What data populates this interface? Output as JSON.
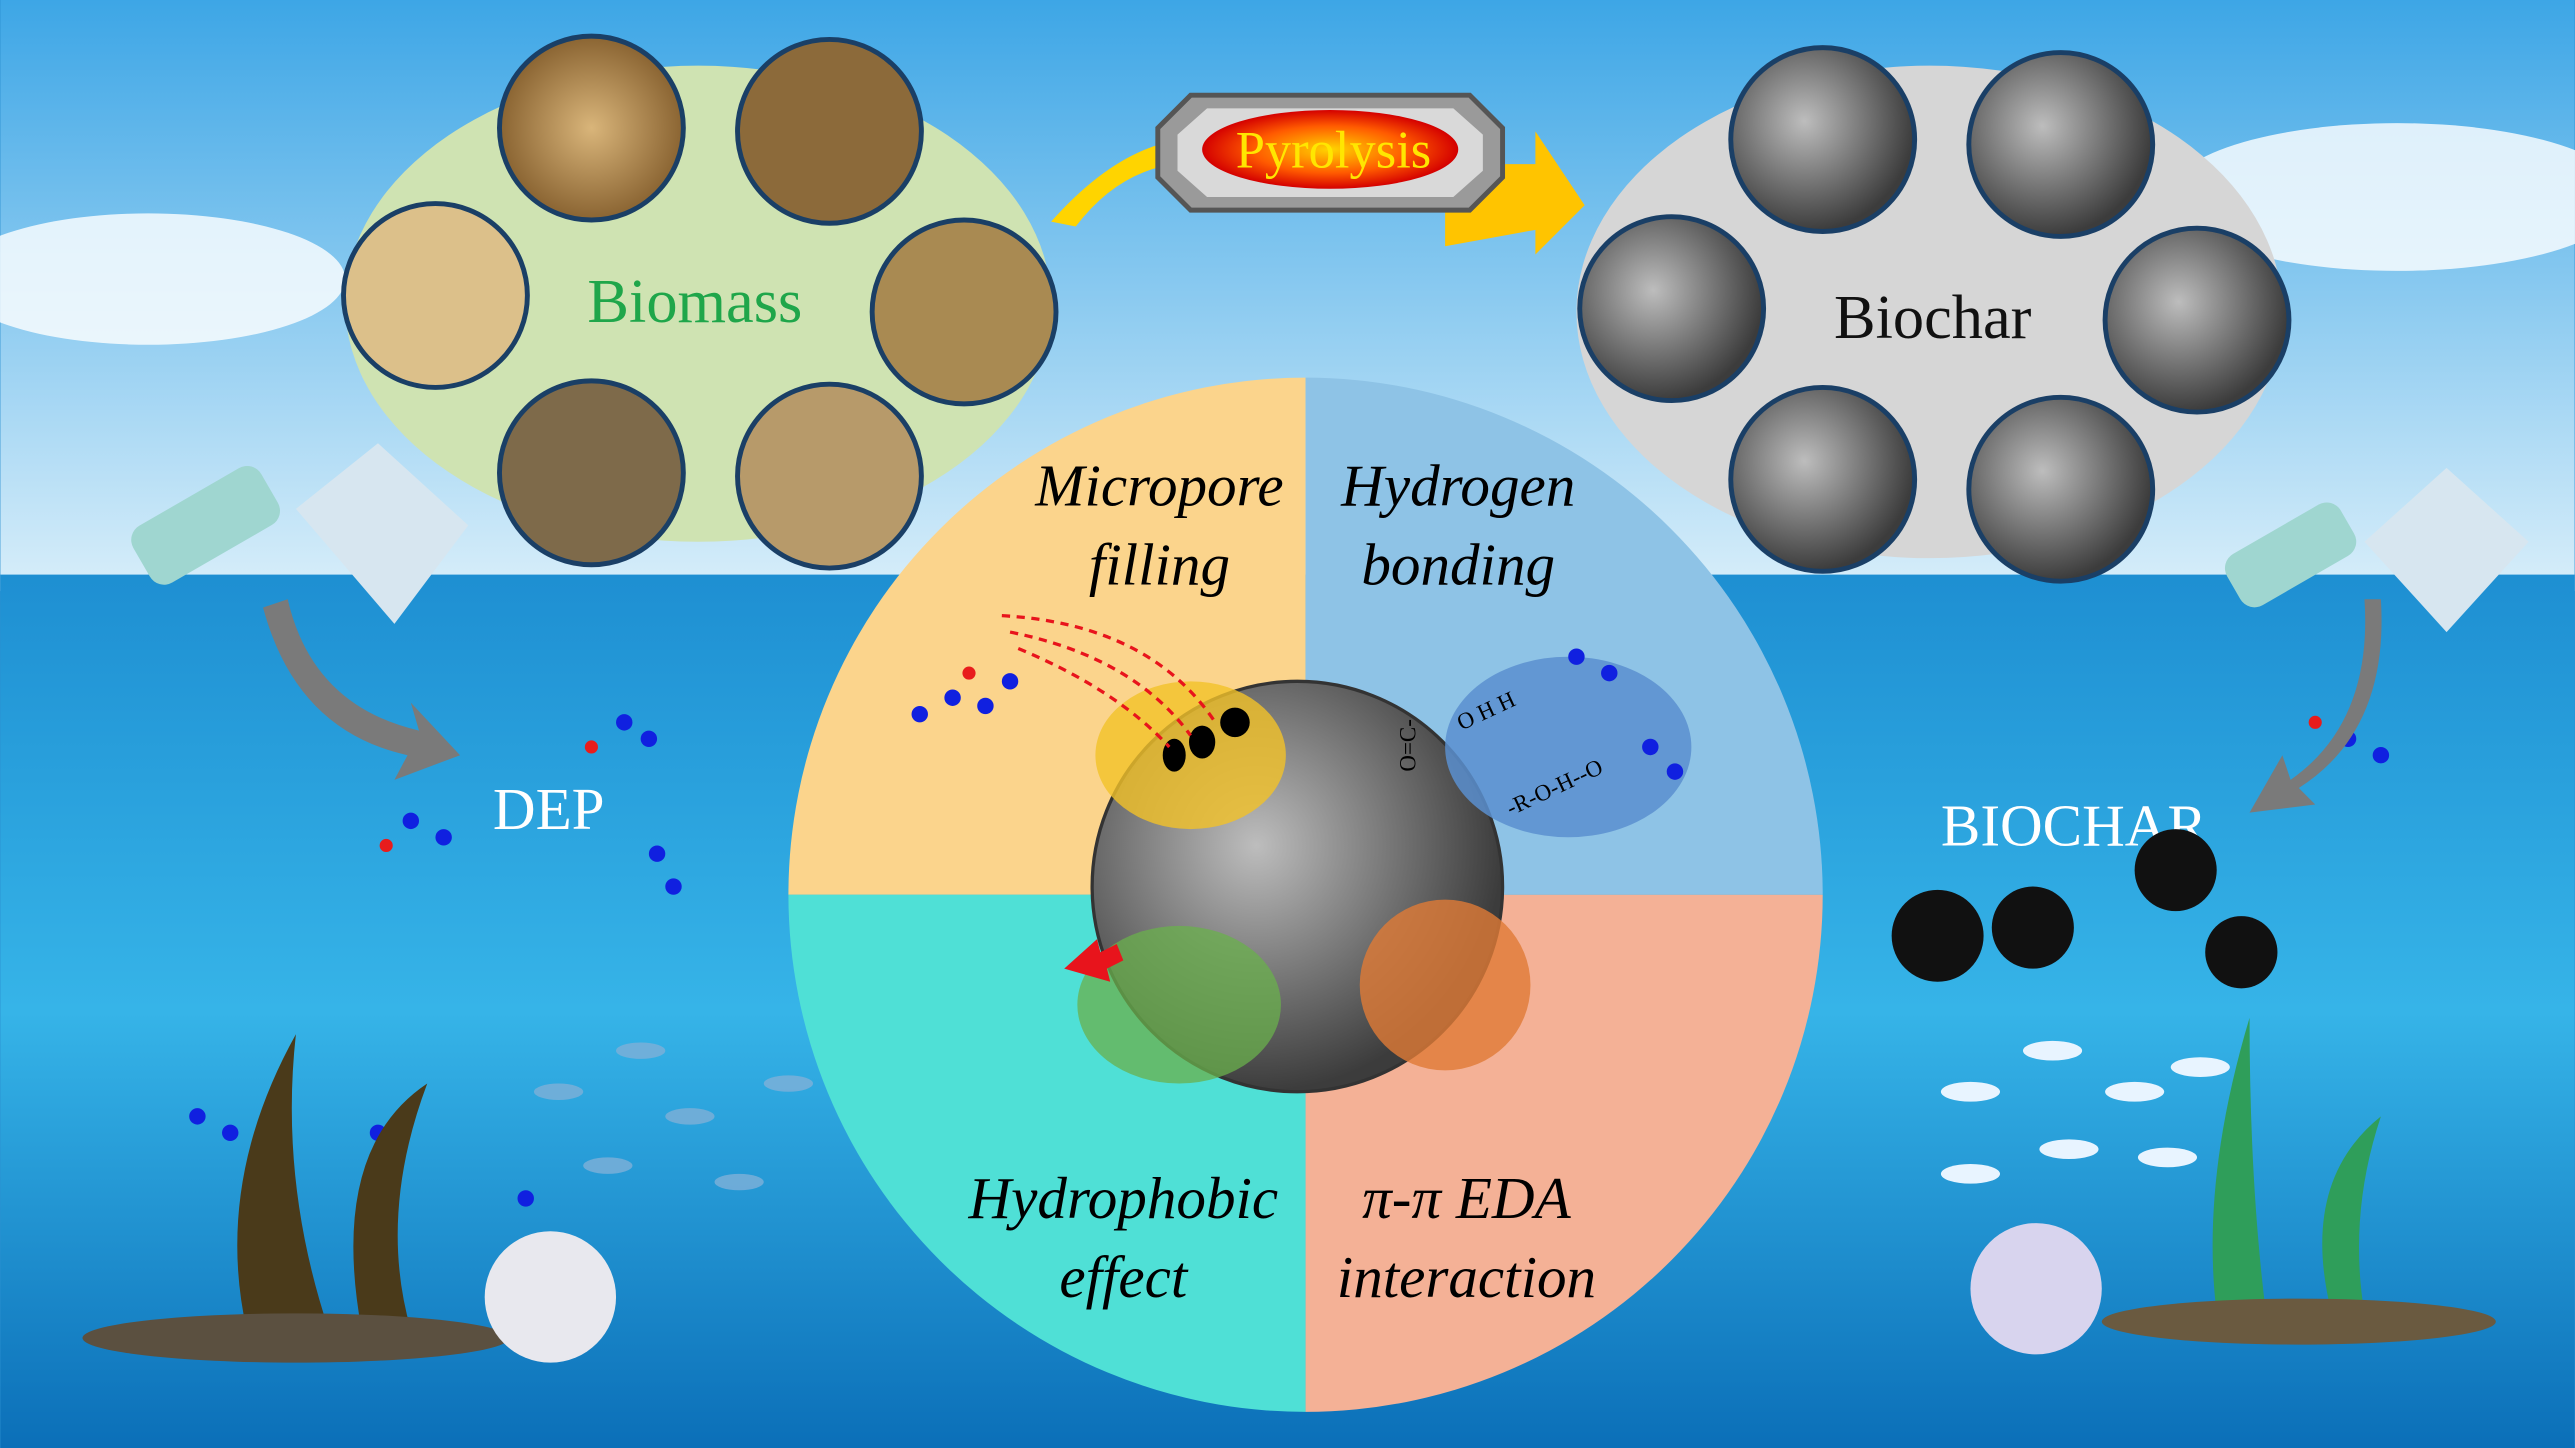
{
  "biomass": {
    "label": "Biomass",
    "color": "#1fa64a"
  },
  "pyrolysis": {
    "label": "Pyrolysis"
  },
  "biochar": {
    "label": "Biochar"
  },
  "mechanisms": [
    {
      "line1": "Micropore",
      "line2": "filling",
      "color": "#fbd48c"
    },
    {
      "line1": "Hydrogen",
      "line2": "bonding",
      "color": "#8ec3e6"
    },
    {
      "line1": "Hydrophobic",
      "line2": "effect",
      "color": "#4fe0d6"
    },
    {
      "line1": "π-π EDA",
      "line2": "interaction",
      "color": "#f4b196"
    }
  ],
  "hbond_labels": {
    "a": "O H H",
    "b": "-R-O-H--O",
    "c": "O=C-"
  },
  "left_label": "DEP",
  "right_label": "BIOCHAR"
}
